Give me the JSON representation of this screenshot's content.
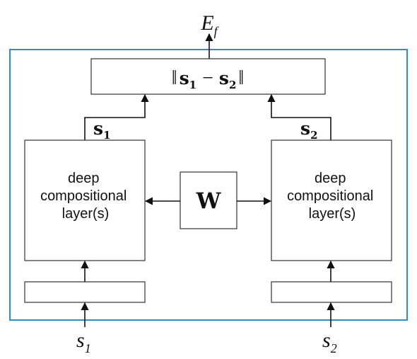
{
  "diagram": {
    "output": {
      "base": "E",
      "subscript": "f"
    },
    "distance": {
      "open": "‖",
      "left_term": "s",
      "left_index": "1",
      "minus": "−",
      "right_term": "s",
      "right_index": "2",
      "close": "‖"
    },
    "left_branch": {
      "embedding": {
        "base": "s",
        "index": "1"
      },
      "layer_lines": [
        "deep",
        "compositional",
        "layer(s)"
      ],
      "input": {
        "base": "s",
        "index": "1"
      }
    },
    "right_branch": {
      "embedding": {
        "base": "s",
        "index": "2"
      },
      "layer_lines": [
        "deep",
        "compositional",
        "layer(s)"
      ],
      "input": {
        "base": "s",
        "index": "2"
      }
    },
    "shared_weights": {
      "label": "W"
    },
    "colors": {
      "outer_border": "#2f8fbe",
      "box_border": "#333333",
      "line": "#111111",
      "text": "#111111"
    }
  }
}
